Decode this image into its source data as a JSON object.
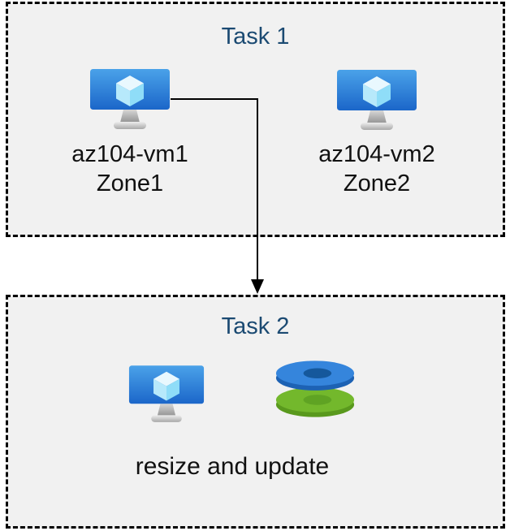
{
  "task1": {
    "title": "Task 1",
    "vms": [
      {
        "icon": "azure-vm-icon",
        "name": "az104-vm1",
        "zone": "Zone1"
      },
      {
        "icon": "azure-vm-icon",
        "name": "az104-vm2",
        "zone": "Zone2"
      }
    ]
  },
  "task2": {
    "title": "Task 2",
    "icons": [
      "azure-vm-icon",
      "azure-disks-icon"
    ],
    "caption": "resize and update"
  },
  "connector": {
    "type": "elbow-arrow",
    "from": "az104-vm1",
    "to": "Task 2"
  },
  "colors": {
    "box_background": "#f1f1f1",
    "box_border": "#000000",
    "title_text": "#1b4a72",
    "label_text": "#111111",
    "vm_screen_top": "#4aa2e9",
    "vm_screen_bottom": "#1b66c9",
    "cube_top": "#e9f8fe",
    "cube_left": "#b7e9fb",
    "cube_right": "#8fddf8",
    "disk_blue_top": "#3585dc",
    "disk_blue_side": "#1d62b4",
    "disk_blue_hole": "#15589c",
    "disk_green_top": "#73b82c",
    "disk_green_side": "#59991d",
    "disk_green_hole": "#5fa323",
    "arrow": "#000000"
  }
}
